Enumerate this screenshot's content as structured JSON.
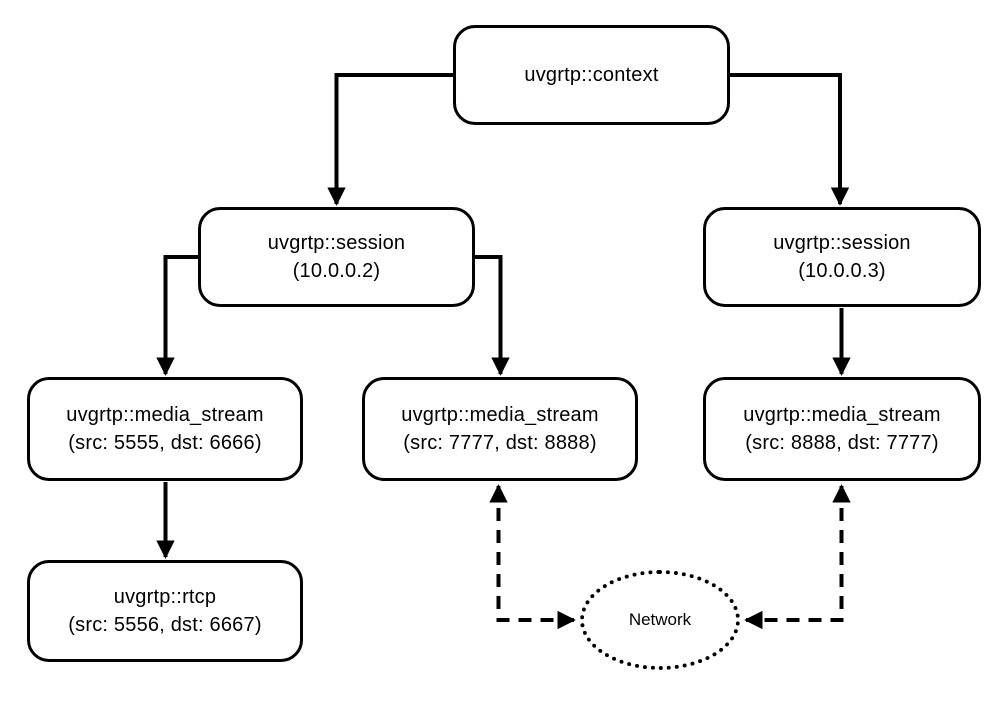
{
  "nodes": {
    "context": {
      "label": "uvgrtp::context"
    },
    "session_left": {
      "label": "uvgrtp::session",
      "sublabel": "(10.0.0.2)"
    },
    "session_right": {
      "label": "uvgrtp::session",
      "sublabel": "(10.0.0.3)"
    },
    "media_stream_left": {
      "label": "uvgrtp::media_stream",
      "sublabel": "(src: 5555, dst: 6666)"
    },
    "media_stream_mid": {
      "label": "uvgrtp::media_stream",
      "sublabel": "(src: 7777, dst: 8888)"
    },
    "media_stream_right": {
      "label": "uvgrtp::media_stream",
      "sublabel": "(src: 8888, dst: 7777)"
    },
    "rtcp": {
      "label": "uvgrtp::rtcp",
      "sublabel": "(src: 5556, dst: 6667)"
    },
    "network": {
      "label": "Network"
    }
  },
  "edges": [
    {
      "from": "context",
      "to": "session_left",
      "style": "solid-arrow"
    },
    {
      "from": "context",
      "to": "session_right",
      "style": "solid-arrow"
    },
    {
      "from": "session_left",
      "to": "media_stream_left",
      "style": "solid-arrow"
    },
    {
      "from": "session_left",
      "to": "media_stream_mid",
      "style": "solid-arrow"
    },
    {
      "from": "session_right",
      "to": "media_stream_right",
      "style": "solid-arrow"
    },
    {
      "from": "media_stream_left",
      "to": "rtcp",
      "style": "solid-arrow"
    },
    {
      "from": "media_stream_mid",
      "to": "network",
      "style": "dashed-bidirectional"
    },
    {
      "from": "media_stream_right",
      "to": "network",
      "style": "dashed-bidirectional"
    }
  ],
  "colors": {
    "stroke": "#000000",
    "node_fill": "#ffffff",
    "background": "#ffffff"
  }
}
